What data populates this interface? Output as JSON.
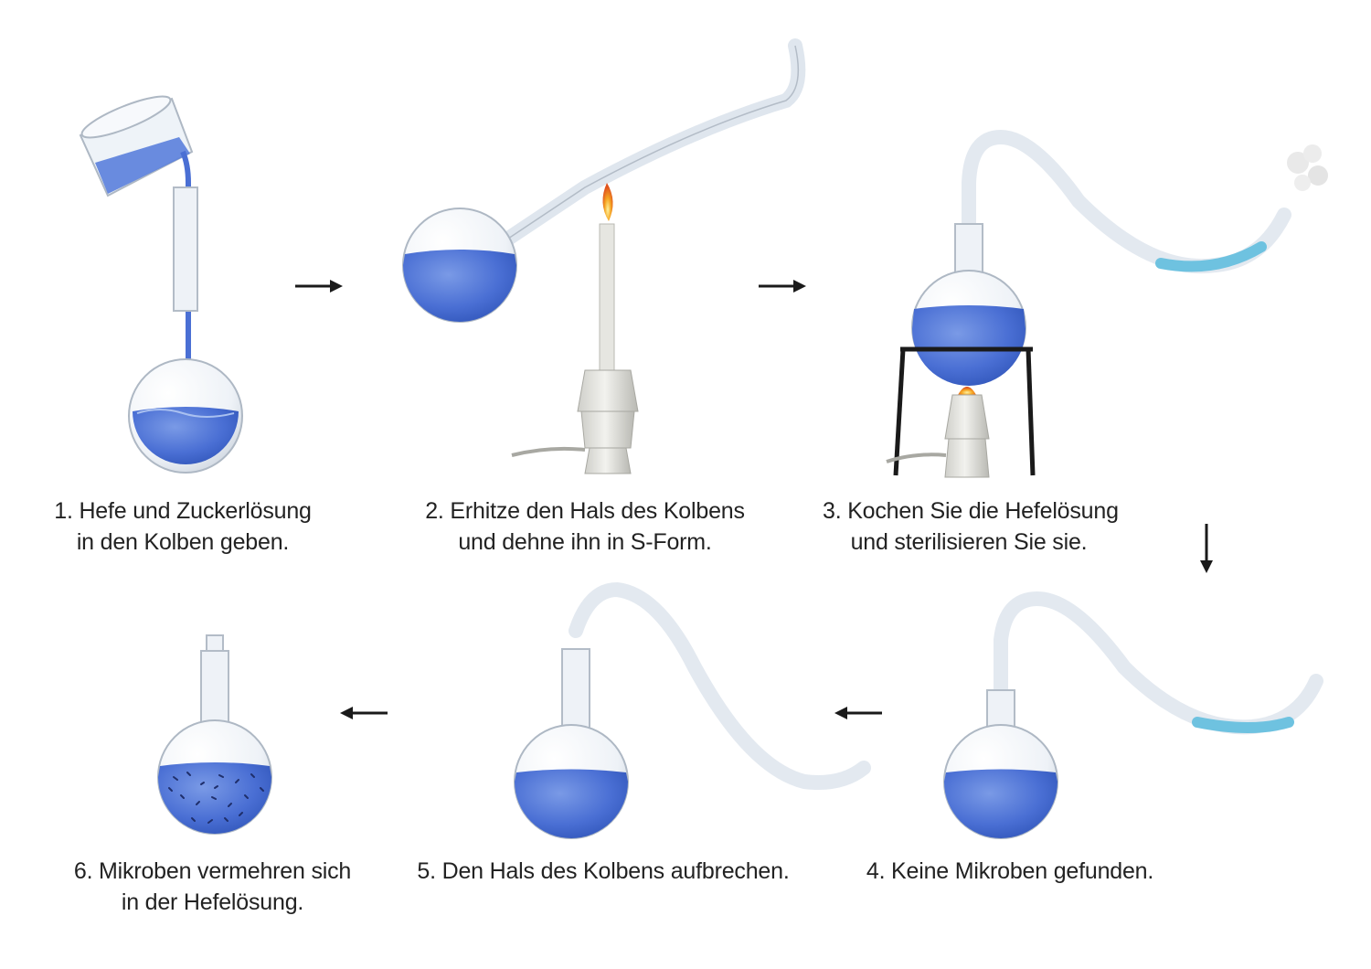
{
  "steps": [
    {
      "line1": "1. Hefe und Zuckerlösung",
      "line2": "in den Kolben geben."
    },
    {
      "line1": "2. Erhitze den Hals des Kolbens",
      "line2": "und dehne ihn in S-Form."
    },
    {
      "line1": "3. Kochen Sie die Hefelösung",
      "line2": "und sterilisieren Sie sie."
    },
    {
      "line1": "4. Keine Mikroben gefunden.",
      "line2": ""
    },
    {
      "line1": "5. Den Hals des Kolbens aufbrechen.",
      "line2": ""
    },
    {
      "line1": "6. Mikroben vermehren sich",
      "line2": "in der Hefelösung."
    }
  ],
  "arrows": [
    "right",
    "right",
    "down",
    "left",
    "left"
  ],
  "colors": {
    "liquid": "#4a6fd4",
    "liquid_light": "#7a9ae6",
    "glass": "#e9eef4",
    "glass_edge": "#aeb8c4",
    "condensate": "#6ec2e0",
    "flame": "#f5a623",
    "arrow": "#1a1a1a",
    "text": "#222222"
  },
  "icons": [
    "beaker-icon",
    "flask-icon",
    "candle-icon",
    "burner-icon",
    "tripod-icon",
    "steam-icon",
    "microbe-icon",
    "arrow-icon"
  ]
}
